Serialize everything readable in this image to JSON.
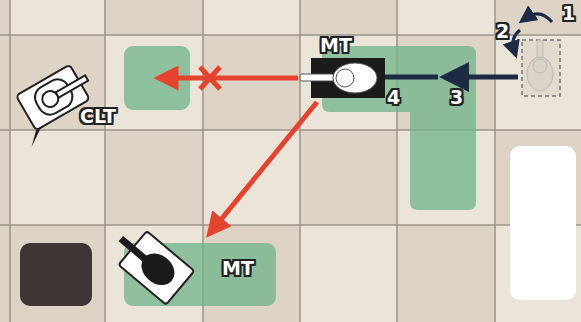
{
  "diagram": {
    "nodes": [
      {
        "text": [
          "MT"
        ]
      },
      {
        "text": [
          "CLT"
        ]
      },
      {
        "text": [
          "MT"
        ]
      }
    ],
    "edges": [
      {
        "from": 0,
        "to": 2,
        "arrow": "to"
      }
    ],
    "labels": [
      "1",
      "2",
      "3",
      "4"
    ]
  }
}
